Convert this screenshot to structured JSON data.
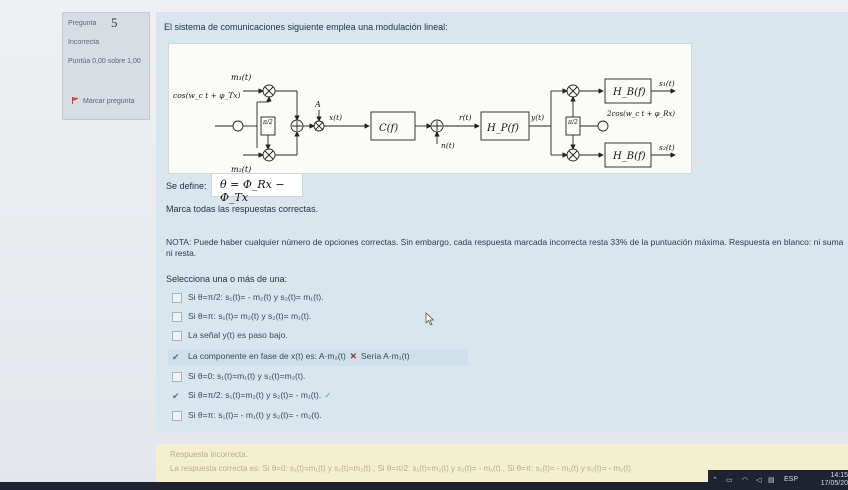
{
  "question_info": {
    "label": "Pregunta",
    "number": "5",
    "status": "Incorrecta",
    "score": "Puntúa 0,00 sobre 1,00",
    "flag_label": "Marcar pregunta"
  },
  "question": {
    "intro": "El sistema de comunicaciones siguiente emplea una modulación lineal:",
    "define_label": "Se define:",
    "theta_eq": "θ = Φ_Rx − Φ_Tx",
    "instruction": "Marca todas las respuestas correctas.",
    "note": "NOTA: Puede haber cualquier número de opciones correctas. Sin embargo, cada respuesta marcada incorrecta resta 33% de la puntuación máxima. Respuesta en blanco: ni suma ni resta.",
    "select_prompt": "Selecciona una o más de una:"
  },
  "diagram": {
    "m1": "m₁(t)",
    "m2": "m₂(t)",
    "carrier_tx": "cos(w_c t + φ_Tx)",
    "pi_half_tx": "π/2",
    "A": "A",
    "xt": "x(t)",
    "channel": "C(f)",
    "noise": "n(t)",
    "rt": "r(t)",
    "hp": "H_P(f)",
    "yt": "y(t)",
    "pi_half_rx": "π/2",
    "carrier_rx": "2cos(w_c t + φ_Rx)",
    "hb_top": "H_B(f)",
    "hb_bottom": "H_B(f)",
    "s1": "s₁(t)",
    "s2": "s₂(t)"
  },
  "options": [
    {
      "text": "Si θ=π/2:  s₁(t)= - m₂(t)   y   s₂(t)= m₁(t).",
      "checked": false,
      "wrong_mark": "",
      "seria": "",
      "correct_mark": ""
    },
    {
      "text": "Si θ=π:  s₁(t)= m₂(t)   y   s₂(t)= m₁(t).",
      "checked": false,
      "wrong_mark": "",
      "seria": "",
      "correct_mark": ""
    },
    {
      "text": "La señal y(t) es paso bajo.",
      "checked": false,
      "wrong_mark": "",
      "seria": "",
      "correct_mark": ""
    },
    {
      "text": "La componente en fase de x(t) es:   A·m₂(t)",
      "checked": true,
      "wrong_mark": "✕",
      "seria": "Sería  A·m₁(t)",
      "correct_mark": ""
    },
    {
      "text": "Si θ=0:  s₁(t)=m₁(t)   y   s₂(t)=m₂(t).",
      "checked": false,
      "wrong_mark": "",
      "seria": "",
      "correct_mark": ""
    },
    {
      "text": "Si θ=π/2:  s₁(t)=m₂(t)   y   s₂(t)= - m₁(t).",
      "checked": true,
      "wrong_mark": "",
      "seria": "",
      "correct_mark": "✓"
    },
    {
      "text": "Si θ=π:  s₁(t)= - m₁(t)   y   s₂(t)= - m₂(t).",
      "checked": false,
      "wrong_mark": "",
      "seria": "",
      "correct_mark": ""
    }
  ],
  "feedback": {
    "status": "Respuesta incorrecta.",
    "correct": "La respuesta correcta es: Si θ=0:  s₁(t)=m₁(t)   y   s₂(t)=m₂(t)., Si θ=π/2:  s₁(t)=m₂(t)   y   s₂(t)= - m₁(t)., Si θ=π:  s₁(t)= - m₁(t)   y   s₂(t)= - m₂(t)."
  },
  "taskbar": {
    "language": "ESP",
    "time": "14:15",
    "date": "17/05/20"
  }
}
